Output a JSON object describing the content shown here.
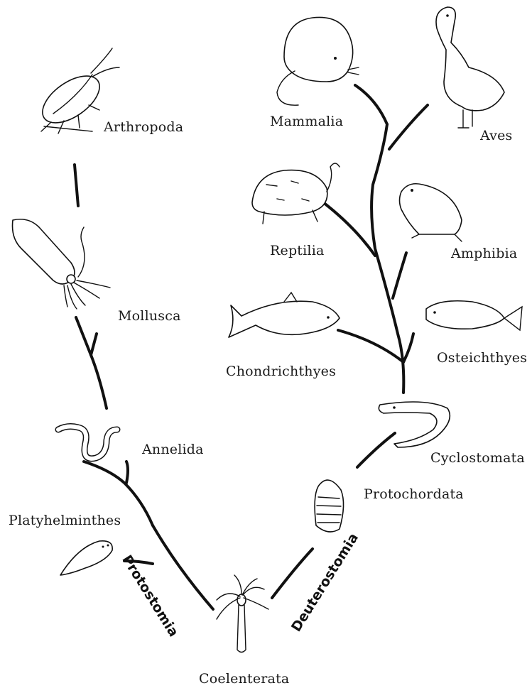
{
  "taxa": {
    "arthropoda": "Arthropoda",
    "mollusca": "Mollusca",
    "annelida": "Annelida",
    "platyhelminthes": "Platyhelminthes",
    "coelenterata": "Coelenterata",
    "mammalia": "Mammalia",
    "aves": "Aves",
    "reptilia": "Reptilia",
    "amphibia": "Amphibia",
    "chondrichthyes": "Chondrichthyes",
    "osteichthyes": "Osteichthyes",
    "cyclostomata": "Cyclostomata",
    "protochordata": "Protochordata"
  },
  "branches": {
    "protostomia": "Protostomia",
    "deuterostomia": "Deuterostomia"
  }
}
